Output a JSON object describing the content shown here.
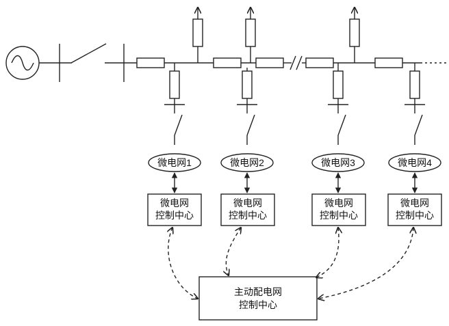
{
  "microgrids": [
    {
      "label": "微电网1",
      "center_line1": "微电网",
      "center_line2": "控制中心"
    },
    {
      "label": "微电网2",
      "center_line1": "微电网",
      "center_line2": "控制中心"
    },
    {
      "label": "微电网3",
      "center_line1": "微电网",
      "center_line2": "控制中心"
    },
    {
      "label": "微电网4",
      "center_line1": "微电网",
      "center_line2": "控制中心"
    }
  ],
  "main_center": {
    "line1": "主动配电网",
    "line2": "控制中心"
  },
  "colors": {
    "line": "#222222",
    "background": "#ffffff"
  }
}
